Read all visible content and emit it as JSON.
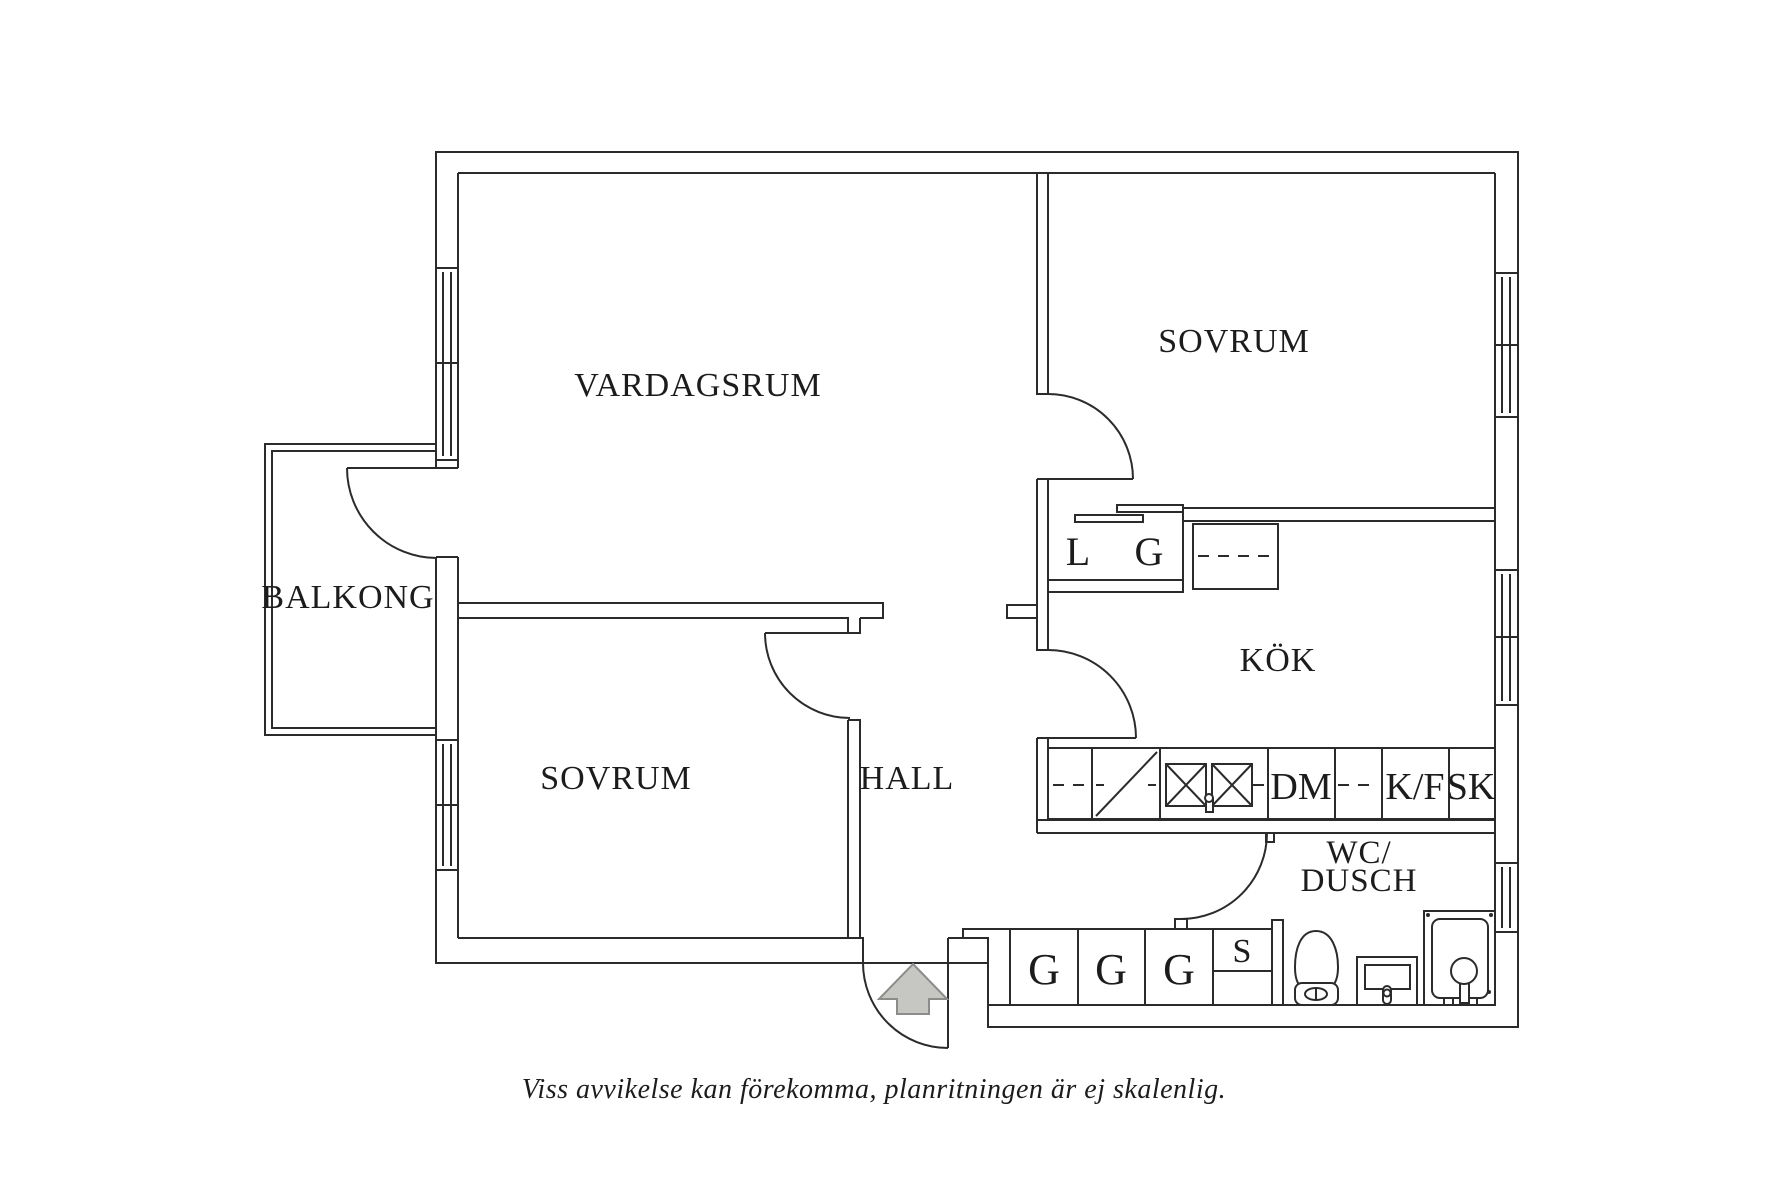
{
  "floor_plan": {
    "rooms": {
      "living_room": "VARDAGSRUM",
      "bedroom_right": "SOVRUM",
      "bedroom_left": "SOVRUM",
      "kitchen": "KÖK",
      "hall": "HALL",
      "balcony": "BALKONG",
      "bathroom_line1": "WC/",
      "bathroom_line2": "DUSCH"
    },
    "kitchen_fixtures": {
      "dishwasher": "DM",
      "fridge_freezer": "K/F",
      "tall_cabinet": "SK"
    },
    "closets": {
      "linen": "L",
      "wardrobe": "G",
      "hall_wardrobe_1": "G",
      "hall_wardrobe_2": "G",
      "hall_wardrobe_3": "G",
      "shaft": "S"
    },
    "footer_note": "Viss avvikelse kan förekomma, planritningen är ej skalenlig.",
    "colors": {
      "line": "#2b2b2b",
      "text": "#1c1c1c",
      "arrow_fill": "#c6c6c3",
      "arrow_stroke": "#8c8c8a",
      "background": "#ffffff"
    }
  }
}
